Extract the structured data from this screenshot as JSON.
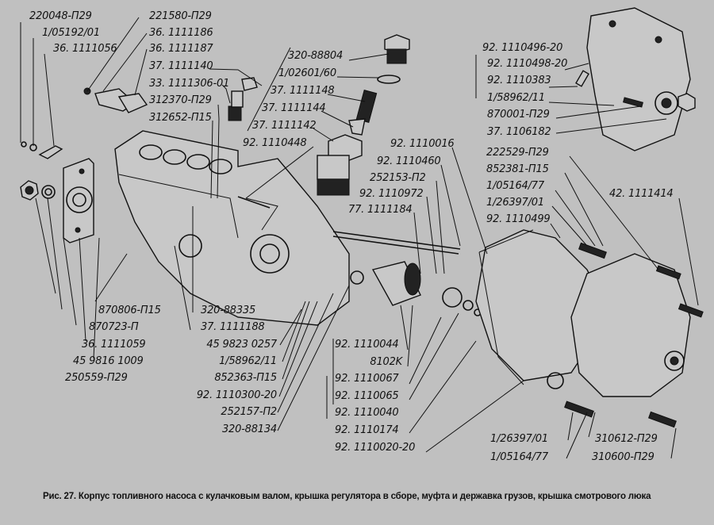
{
  "figure": {
    "caption": "Рис. 27. Корпус топливного насоса с кулачковым валом, крышка регулятора в сборе, муфта и державка грузов, крышка смотрового люка",
    "background": "#c0c0c0",
    "ink": "#111111"
  },
  "labels": {
    "top_left": [
      "220048-П29",
      "1/05192/01",
      "36. 1111056"
    ],
    "top_center_left": [
      "221580-П29",
      "36. 1111186",
      "36. 1111187",
      "37. 1111140",
      "33. 1111306-01",
      "312370-П29",
      "312652-П15"
    ],
    "valve_group": [
      "320-88804",
      "1/02601/60",
      "37. 1111148",
      "37. 1111144",
      "37. 1111142",
      "92. 1110448"
    ],
    "top_right": [
      "92. 1110496-20",
      "92. 1110498-20",
      "92. 1110383",
      "1/58962/11",
      "870001-П29",
      "37. 1106182"
    ],
    "mid_center": [
      "92. 1110016",
      "92. 1110460",
      "252153-П2",
      "92. 1110972",
      "77. 1111184"
    ],
    "mid_right": [
      "222529-П29",
      "852381-П15",
      "1/05164/77",
      "1/26397/01",
      "92. 1110499",
      "42. 1111414"
    ],
    "bottom_left": [
      "870806-П15",
      "870723-П",
      "36. 1111059",
      "45 9816 1009",
      "250559-П29"
    ],
    "bottom_center": [
      "320-88335",
      "37. 1111188",
      "45 9823 0257",
      "1/58962/11",
      "852363-П15",
      "92. 1110300-20",
      "252157-П2",
      "320-88134"
    ],
    "bottom_mid": [
      "92. 1110044",
      "8102K",
      "92. 1110067",
      "92. 1110065",
      "92. 1110040",
      "92. 1110174",
      "92. 1110020-20"
    ],
    "bottom_right": [
      "1/26397/01",
      "1/05164/77",
      "310612-П29",
      "310600-П29"
    ]
  }
}
